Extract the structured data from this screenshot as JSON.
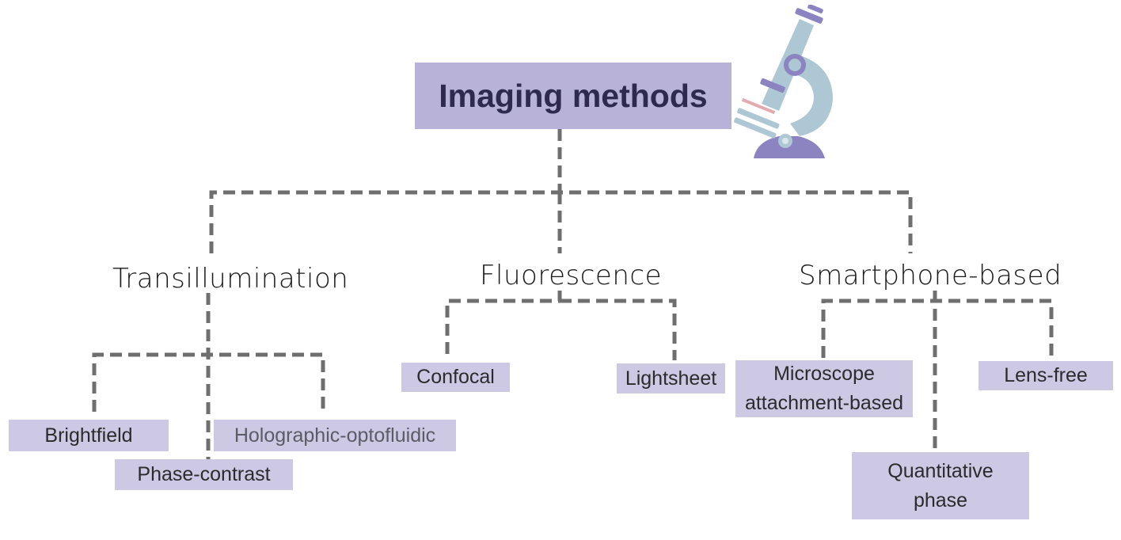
{
  "root": {
    "title": "Imaging methods"
  },
  "categories": [
    {
      "label": "Transillumination"
    },
    {
      "label": "Fluorescence"
    },
    {
      "label": "Smartphone-based"
    }
  ],
  "leaves": {
    "brightfield": "Brightfield",
    "phase_contrast": "Phase-contrast",
    "holographic": "Holographic-optofluidic",
    "confocal": "Confocal",
    "lightsheet": "Lightsheet",
    "microscope_attachment_line1": "Microscope",
    "microscope_attachment_line2": "attachment-based",
    "lens_free": "Lens-free",
    "quantitative_line1": "Quantitative",
    "quantitative_line2": "phase"
  },
  "colors": {
    "root_box": "#b8b2d9",
    "leaf_box": "#cdc9e5",
    "connector": "#6f6f6f",
    "microscope_body": "#aec7d4",
    "microscope_accent": "#8c84c0"
  },
  "icons": [
    "microscope-icon"
  ]
}
